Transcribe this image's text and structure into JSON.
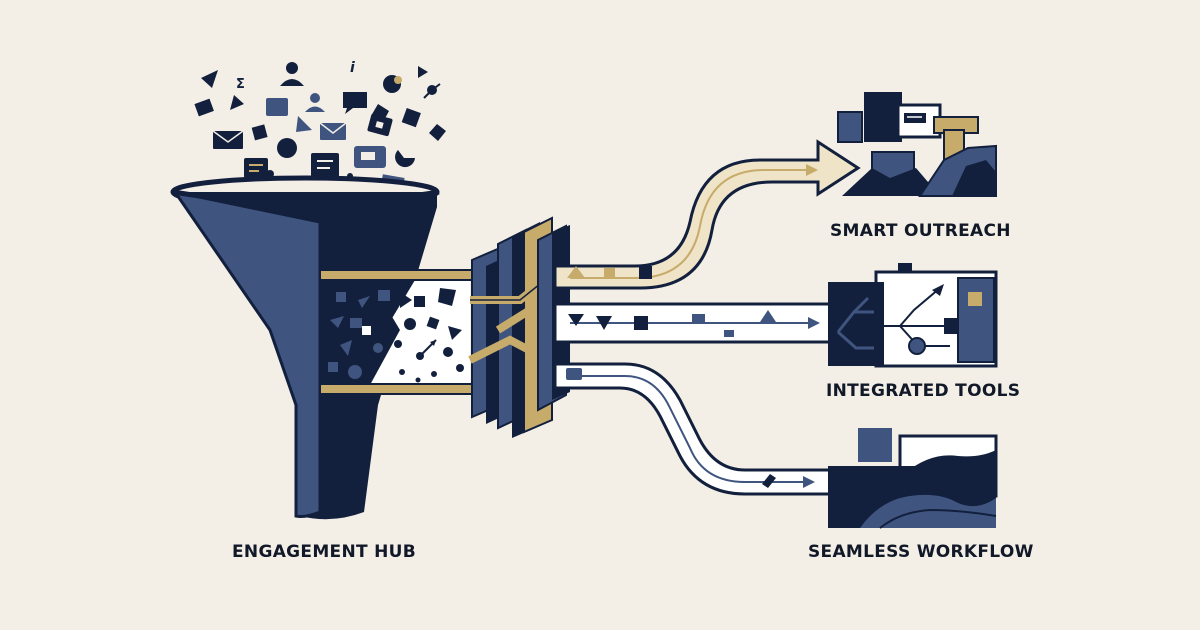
{
  "labels": {
    "hub": "ENGAGEMENT HUB",
    "outreach": "SMART OUTREACH",
    "tools": "INTEGRATED TOOLS",
    "workflow": "SEAMLESS WORKFLOW"
  },
  "colors": {
    "background": "#f3efe7",
    "navy": "#13203d",
    "slate_blue": "#3f5580",
    "gold": "#c7ab6a",
    "cream": "#efe4c8",
    "white": "#ffffff"
  },
  "icons": [
    "message-bubble-icon",
    "envelope-icon",
    "person-icon",
    "play-triangle-icon",
    "sigma-icon",
    "pin-icon",
    "square-icon",
    "circle-icon",
    "arrow-icon"
  ]
}
